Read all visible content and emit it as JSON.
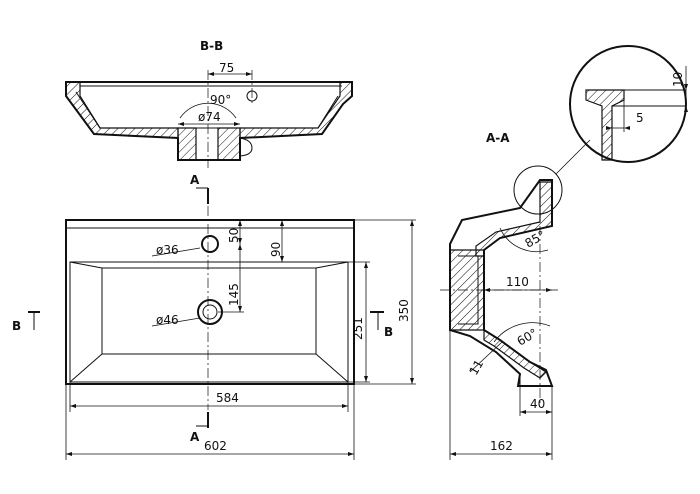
{
  "sections": {
    "bb": "B-B",
    "aa": "A-A",
    "a_mark": "A",
    "b_mark": "B"
  },
  "dimensions": {
    "d75": "75",
    "ang90": "90°",
    "dia74": "ø74",
    "dia36": "ø36",
    "dia46": "ø46",
    "d50": "50",
    "d90": "90",
    "d145": "145",
    "d251": "251",
    "d350": "350",
    "d584": "584",
    "d602": "602",
    "d10": "10",
    "d5": "5",
    "ang85": "85°",
    "d110": "110",
    "ang60": "60°",
    "d11": "11",
    "d40": "40",
    "d162": "162"
  }
}
